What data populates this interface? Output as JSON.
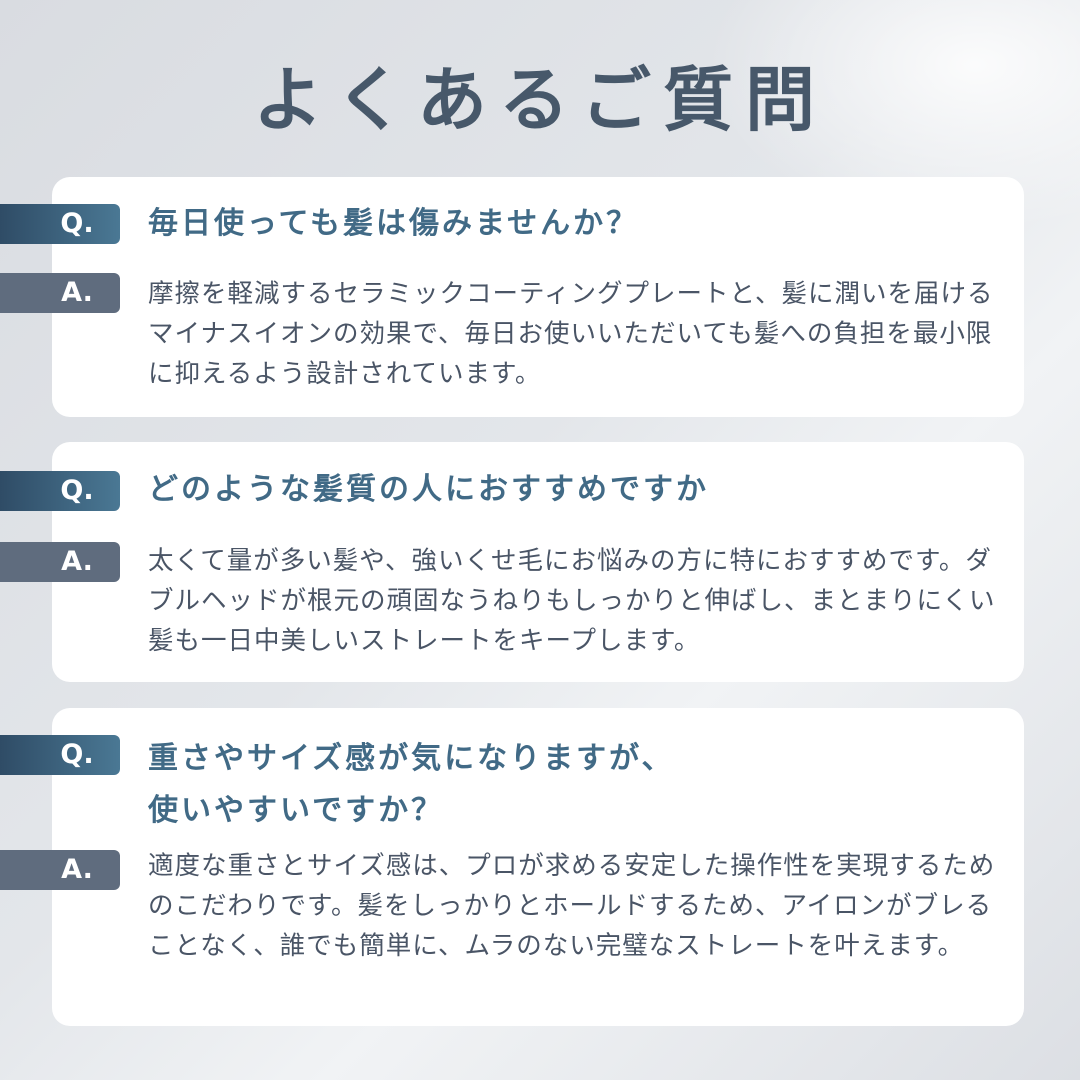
{
  "title": "よくあるご質問",
  "labels": {
    "q": "Q.",
    "a": "A."
  },
  "faq": [
    {
      "question": "毎日使っても髪は傷みませんか？",
      "answer": "摩擦を軽減するセラミックコーティングプレートと、髪に潤いを届けるマイナスイオンの効果で、毎日お使いいただいても髪への負担を最小限に抑えるよう設計されています。"
    },
    {
      "question": "どのような髪質の人におすすめですか",
      "answer": "太くて量が多い髪や、強いくせ毛にお悩みの方に特におすすめです。ダブルヘッドが根元の頑固なうねりもしっかりと伸ばし、まとまりにくい髪も一日中美しいストレートをキープします。"
    },
    {
      "question": "重さやサイズ感が気になりますが、\n使いやすいですか？",
      "answer": "適度な重さとサイズ感は、プロが求める安定した操作性を実現するためのこだわりです。髪をしっかりとホールドするため、アイロンがブレることなく、誰でも簡単に、ムラのない完璧なストレートを叶えます。"
    }
  ],
  "colors": {
    "title": "#47586a",
    "question_text": "#416a86",
    "answer_text": "#4a5566",
    "q_tag": "#2f4c66",
    "a_tag": "#5f6c7e"
  }
}
